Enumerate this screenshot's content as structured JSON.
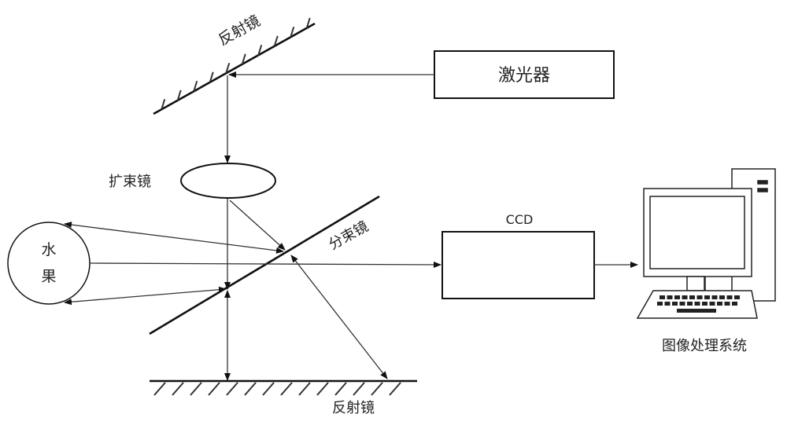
{
  "labels": {
    "top_mirror": "反射镜",
    "laser": "激光器",
    "expander": "扩束镜",
    "splitter": "分束镜",
    "fruit_line1": "水",
    "fruit_line2": "果",
    "ccd": "CCD",
    "bottom_mirror": "反射镜",
    "computer": "图像处理系统"
  }
}
